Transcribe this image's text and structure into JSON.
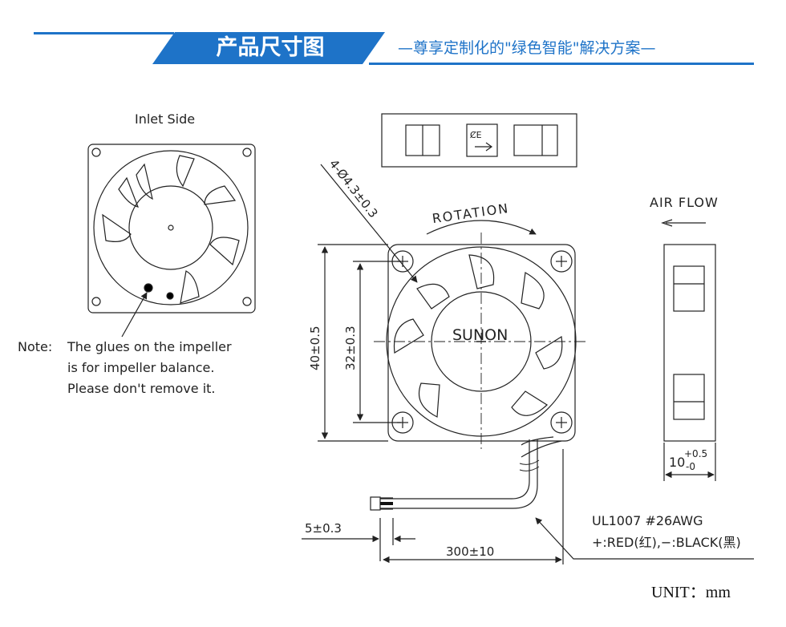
{
  "header": {
    "title": "产品尺寸图",
    "subtitle": "—尊享定制化的\"绿色智能\"解决方案—"
  },
  "colors": {
    "accent": "#1e73c8",
    "line": "#222222"
  },
  "drawing": {
    "inlet_side_label": "Inlet  Side",
    "note_label": "Note:",
    "note_lines": [
      "The glues on the impeller",
      "is for impeller balance.",
      "Please don't remove it."
    ],
    "hole_spec": "4-Ø4.3±0.3",
    "rotation_label": "ROTATION",
    "brand": "SUNON",
    "airflow_label": "AIR  FLOW",
    "dim_outer": "40±0.5",
    "dim_inner": "32±0.3",
    "dim_thickness_base": "10",
    "dim_thickness_tol_plus": "+0.5",
    "dim_thickness_tol_minus": "-0",
    "dim_strip": "5±0.3",
    "dim_lead_length": "300±10",
    "wire_spec": "UL1007  #26AWG",
    "wire_colors": "+:RED(红),−:BLACK(黑)",
    "unit": "UNIT：mm"
  }
}
